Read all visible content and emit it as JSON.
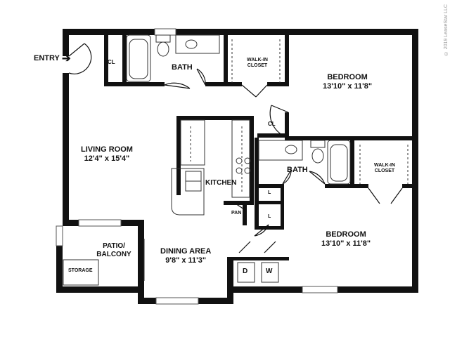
{
  "entry": {
    "label": "ENTRY",
    "arrow": "➔"
  },
  "rooms": {
    "living_room": {
      "name": "LIVING ROOM",
      "size": "12'4\" x 15'4\""
    },
    "bedroom_1": {
      "name": "BEDROOM",
      "size": "13'10\" x 11'8\""
    },
    "bedroom_2": {
      "name": "BEDROOM",
      "size": "13'10\" x 11'8\""
    },
    "dining_area": {
      "name": "DINING AREA",
      "size": "9'8\" x 11'3\""
    },
    "kitchen": {
      "name": "KITCHEN"
    },
    "bath_1": {
      "name": "BATH"
    },
    "bath_2": {
      "name": "BATH"
    },
    "walk_in_closet_1": {
      "name": "WALK-IN CLOSET"
    },
    "walk_in_closet_2": {
      "name": "WALK-IN CLOSET"
    },
    "closet_entry": {
      "name": "CL"
    },
    "closet_hall": {
      "name": "CL"
    },
    "linen_1": {
      "name": "L"
    },
    "linen_2": {
      "name": "L"
    },
    "pantry": {
      "name": "PAN"
    },
    "patio": {
      "name": "PATIO/ BALCONY"
    },
    "storage": {
      "name": "STORAGE"
    },
    "dryer": {
      "name": "D"
    },
    "washer": {
      "name": "W"
    }
  },
  "copyright": "© 2019 LeaseStar LLC"
}
